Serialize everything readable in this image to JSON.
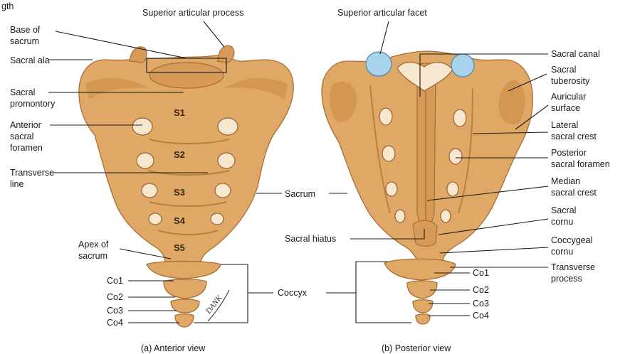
{
  "top_left_fragment": "gth",
  "anterior": {
    "labels": {
      "base_of_sacrum": [
        "Base of",
        "sacrum"
      ],
      "superior_articular_process": "Superior articular process",
      "sacral_ala": "Sacral ala",
      "sacral_promontory": [
        "Sacral",
        "promontory"
      ],
      "anterior_sacral_foramen": [
        "Anterior",
        "sacral",
        "foramen"
      ],
      "transverse_line": [
        "Transverse",
        "line"
      ],
      "apex_of_sacrum": [
        "Apex of",
        "sacrum"
      ],
      "co1": "Co1",
      "co2": "Co2",
      "co3": "Co3",
      "co4": "Co4"
    },
    "segments": [
      "S1",
      "S2",
      "S3",
      "S4",
      "S5"
    ],
    "signature": "DANK",
    "caption": "(a) Anterior view"
  },
  "shared": {
    "sacrum": "Sacrum",
    "coccyx": "Coccyx"
  },
  "posterior": {
    "labels": {
      "superior_articular_facet": "Superior articular facet",
      "sacral_canal": "Sacral canal",
      "sacral_tuberosity": [
        "Sacral",
        "tuberosity"
      ],
      "auricular_surface": [
        "Auricular",
        "surface"
      ],
      "lateral_sacral_crest": [
        "Lateral",
        "sacral crest"
      ],
      "posterior_sacral_foramen": [
        "Posterior",
        "sacral foramen"
      ],
      "median_sacral_crest": [
        "Median",
        "sacral crest"
      ],
      "sacral_cornu": [
        "Sacral",
        "cornu"
      ],
      "sacral_hiatus": "Sacral hiatus",
      "coccygeal_cornu": [
        "Coccygeal",
        "cornu"
      ],
      "transverse_process": [
        "Transverse",
        "process"
      ],
      "co1": "Co1",
      "co2": "Co2",
      "co3": "Co3",
      "co4": "Co4"
    },
    "caption": "(b) Posterior view"
  },
  "colors": {
    "bone": "#e0a866",
    "bone_edge": "#a86d33",
    "facet": "#a7d3ec",
    "foramen": "#f7e7cf"
  }
}
